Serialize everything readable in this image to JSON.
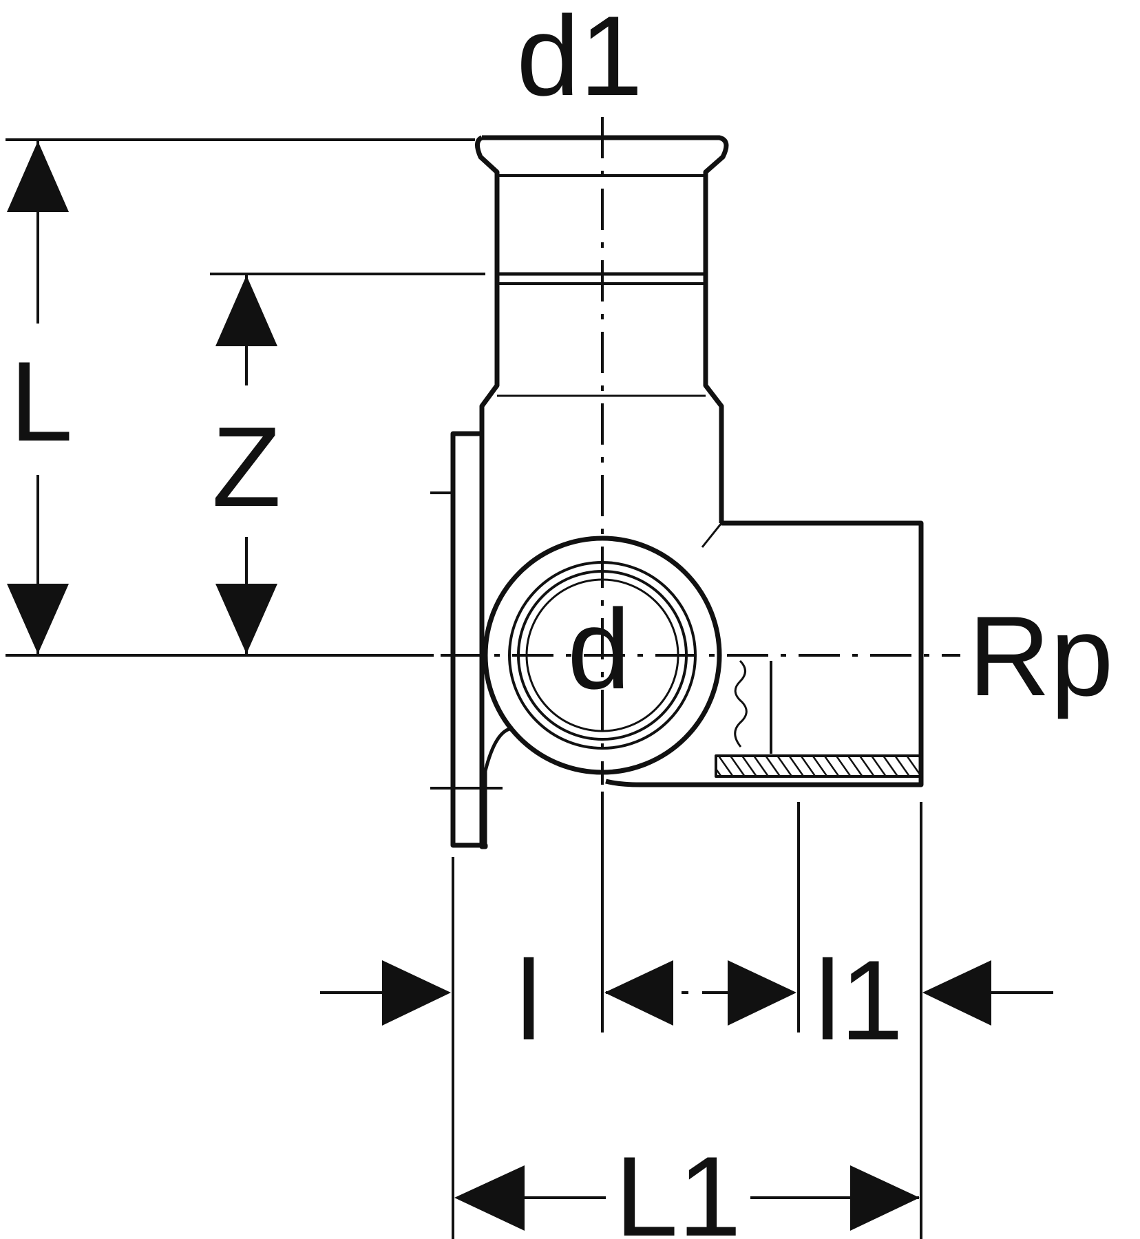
{
  "labels": {
    "d1": "d1",
    "L": "L",
    "Z": "Z",
    "d": "d",
    "Rp": "Rp",
    "l": "l",
    "l1": "l1",
    "L1": "L1"
  },
  "colors": {
    "stroke": "#111111",
    "background": "#ffffff"
  }
}
